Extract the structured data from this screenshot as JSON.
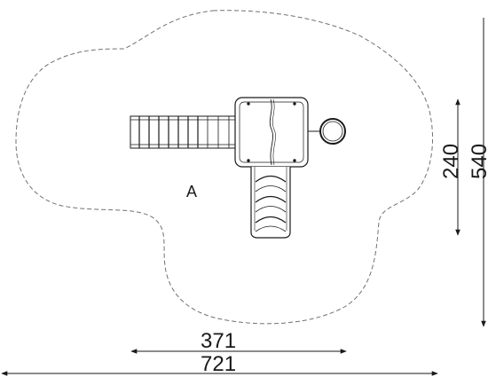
{
  "zone": {
    "label": "A"
  },
  "dimensions": {
    "width_inner": "371",
    "width_outer": "721",
    "height_inner": "240",
    "height_outer": "540"
  },
  "colors": {
    "line": "#1a1a1a",
    "dashed_outline": "#707070",
    "equipment_fill": "#ffffff"
  }
}
